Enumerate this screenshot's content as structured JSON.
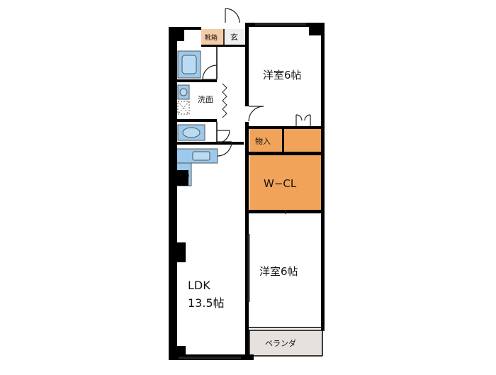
{
  "floorplan": {
    "rooms": {
      "shoes": "靴箱",
      "entrance": "玄",
      "bedroom_north": "洋室6帖",
      "washroom": "洗面",
      "storage": "物入",
      "walk_in_closet": "W−CL",
      "ldk_name": "LDK",
      "ldk_size": "13.5帖",
      "bedroom_south": "洋室6帖",
      "veranda": "ベランダ"
    },
    "colors": {
      "wall": "#000000",
      "wet_area": "#9cc9ec",
      "closet": "#f1a35a",
      "shoe_box": "#f3cca6",
      "veranda": "#e6e1dc",
      "entrance": "#efefef"
    }
  }
}
